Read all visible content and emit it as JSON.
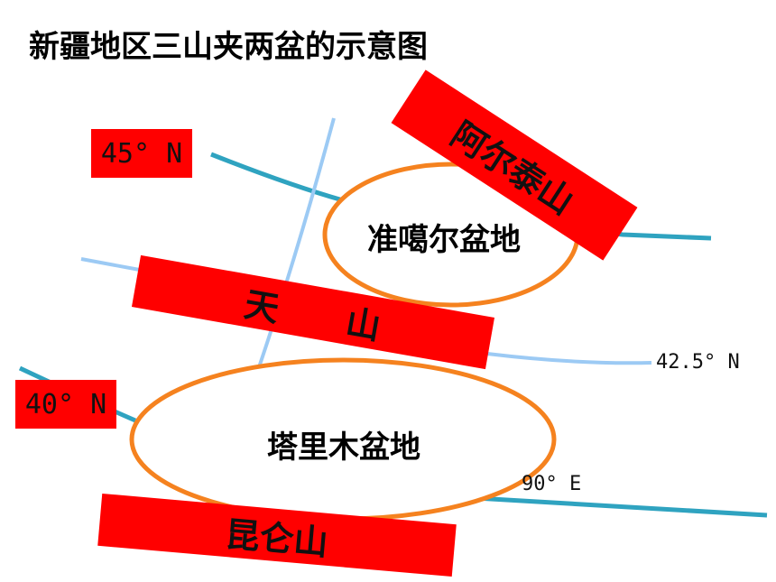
{
  "title": "新疆地区三山夹两盆的示意图",
  "lat_45": "45° N",
  "lat_40": "40° N",
  "lat_425": "42.5° N",
  "lon_90": "90° E",
  "mountains": {
    "altai": "阿尔泰山",
    "tianshan": "天　　山",
    "kunlun": "昆仑山"
  },
  "basins": {
    "junggar": "准噶尔盆地",
    "tarim": "塔里木盆地"
  },
  "colors": {
    "mountain_fill": "#ff0000",
    "basin_outline": "#f5821f",
    "major_line": "#2fa3c0",
    "minor_line": "#9ccaf4"
  }
}
